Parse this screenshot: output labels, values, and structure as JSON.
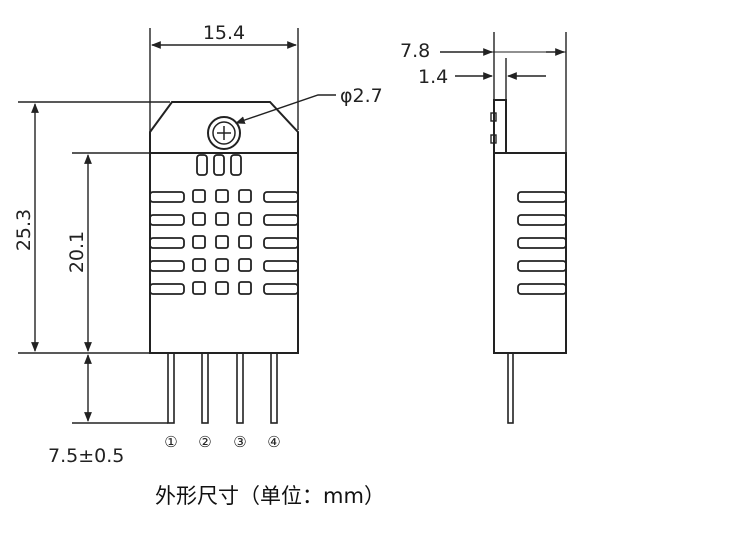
{
  "dimensions": {
    "width": "15.4",
    "hole_diameter": "φ2.7",
    "total_height": "25.3",
    "body_height": "20.1",
    "pin_length": "7.5±0.5",
    "depth": "7.8",
    "flange": "1.4"
  },
  "pins": [
    "①",
    "②",
    "③",
    "④"
  ],
  "caption": "外形尺寸（单位：mm）",
  "colors": {
    "line": "#222222",
    "background": "#ffffff"
  }
}
